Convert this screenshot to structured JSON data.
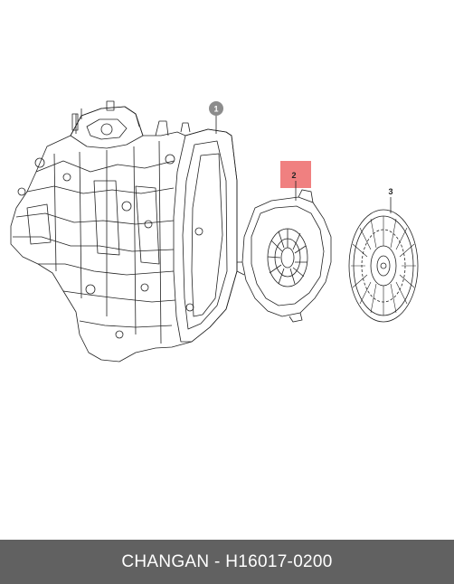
{
  "callouts": [
    {
      "label": "1",
      "part": "transmission-housing",
      "style": "grey-circle"
    },
    {
      "label": "2",
      "part": "clutch-pressure-plate",
      "style": "red-highlight"
    },
    {
      "label": "3",
      "part": "clutch-disc",
      "style": "plain"
    }
  ],
  "footer": {
    "text": "CHANGAN - H16017-0200"
  },
  "colors": {
    "line": "#222222",
    "callout_grey": "#8c8c8c",
    "highlight_red": "#f08080",
    "footer_bg": "#616161",
    "footer_text": "#ffffff"
  }
}
